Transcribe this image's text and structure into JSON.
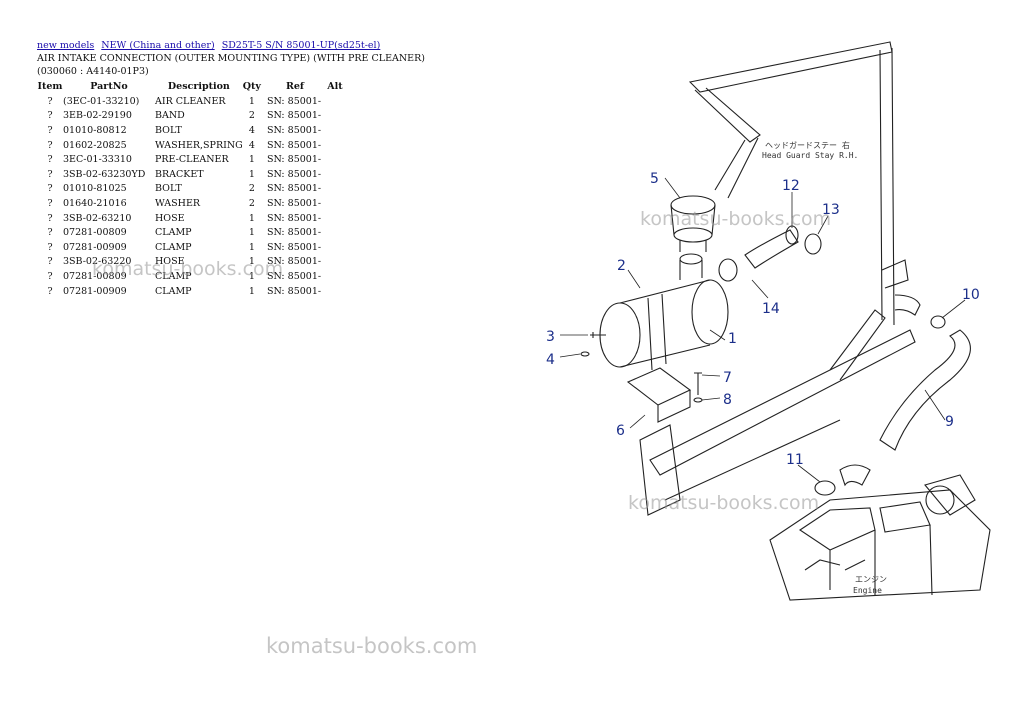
{
  "breadcrumb": [
    {
      "label": "new models"
    },
    {
      "label": "NEW (China and other)"
    },
    {
      "label": "SD25T-5 S/N 85001-UP(sd25t-el)"
    }
  ],
  "heading": "AIR INTAKE CONNECTION (OUTER MOUNTING TYPE) (WITH PRE CLEANER)(030060 : A4140-01P3)",
  "table": {
    "headers": [
      "Item",
      "PartNo",
      "Description",
      "Qty",
      "Ref",
      "Alt"
    ],
    "rows": [
      [
        "?",
        "(3EC-01-33210)",
        "AIR CLEANER",
        "1",
        "SN: 85001-",
        ""
      ],
      [
        "?",
        "3EB-02-29190",
        "BAND",
        "2",
        "SN: 85001-",
        ""
      ],
      [
        "?",
        "01010-80812",
        "BOLT",
        "4",
        "SN: 85001-",
        ""
      ],
      [
        "?",
        "01602-20825",
        "WASHER,SPRING",
        "4",
        "SN: 85001-",
        ""
      ],
      [
        "?",
        "3EC-01-33310",
        "PRE-CLEANER",
        "1",
        "SN: 85001-",
        ""
      ],
      [
        "?",
        "3SB-02-63230YD",
        "BRACKET",
        "1",
        "SN: 85001-",
        ""
      ],
      [
        "?",
        "01010-81025",
        "BOLT",
        "2",
        "SN: 85001-",
        ""
      ],
      [
        "?",
        "01640-21016",
        "WASHER",
        "2",
        "SN: 85001-",
        ""
      ],
      [
        "?",
        "3SB-02-63210",
        "HOSE",
        "1",
        "SN: 85001-",
        ""
      ],
      [
        "?",
        "07281-00809",
        "CLAMP",
        "1",
        "SN: 85001-",
        ""
      ],
      [
        "?",
        "07281-00909",
        "CLAMP",
        "1",
        "SN: 85001-",
        ""
      ],
      [
        "?",
        "3SB-02-63220",
        "HOSE",
        "1",
        "SN: 85001-",
        ""
      ],
      [
        "?",
        "07281-00809",
        "CLAMP",
        "1",
        "SN: 85001-",
        ""
      ],
      [
        "?",
        "07281-00909",
        "CLAMP",
        "1",
        "SN: 85001-",
        ""
      ]
    ]
  },
  "watermark": "komatsu-books.com",
  "diagram": {
    "callouts": [
      "1",
      "2",
      "3",
      "4",
      "5",
      "6",
      "7",
      "8",
      "9",
      "10",
      "11",
      "12",
      "13",
      "14"
    ],
    "annotation_jp": "ヘッドガードステー 右",
    "annotation_en": "Head Guard Stay R.H.",
    "engine_jp": "エンジン",
    "engine_en": "Engine"
  }
}
